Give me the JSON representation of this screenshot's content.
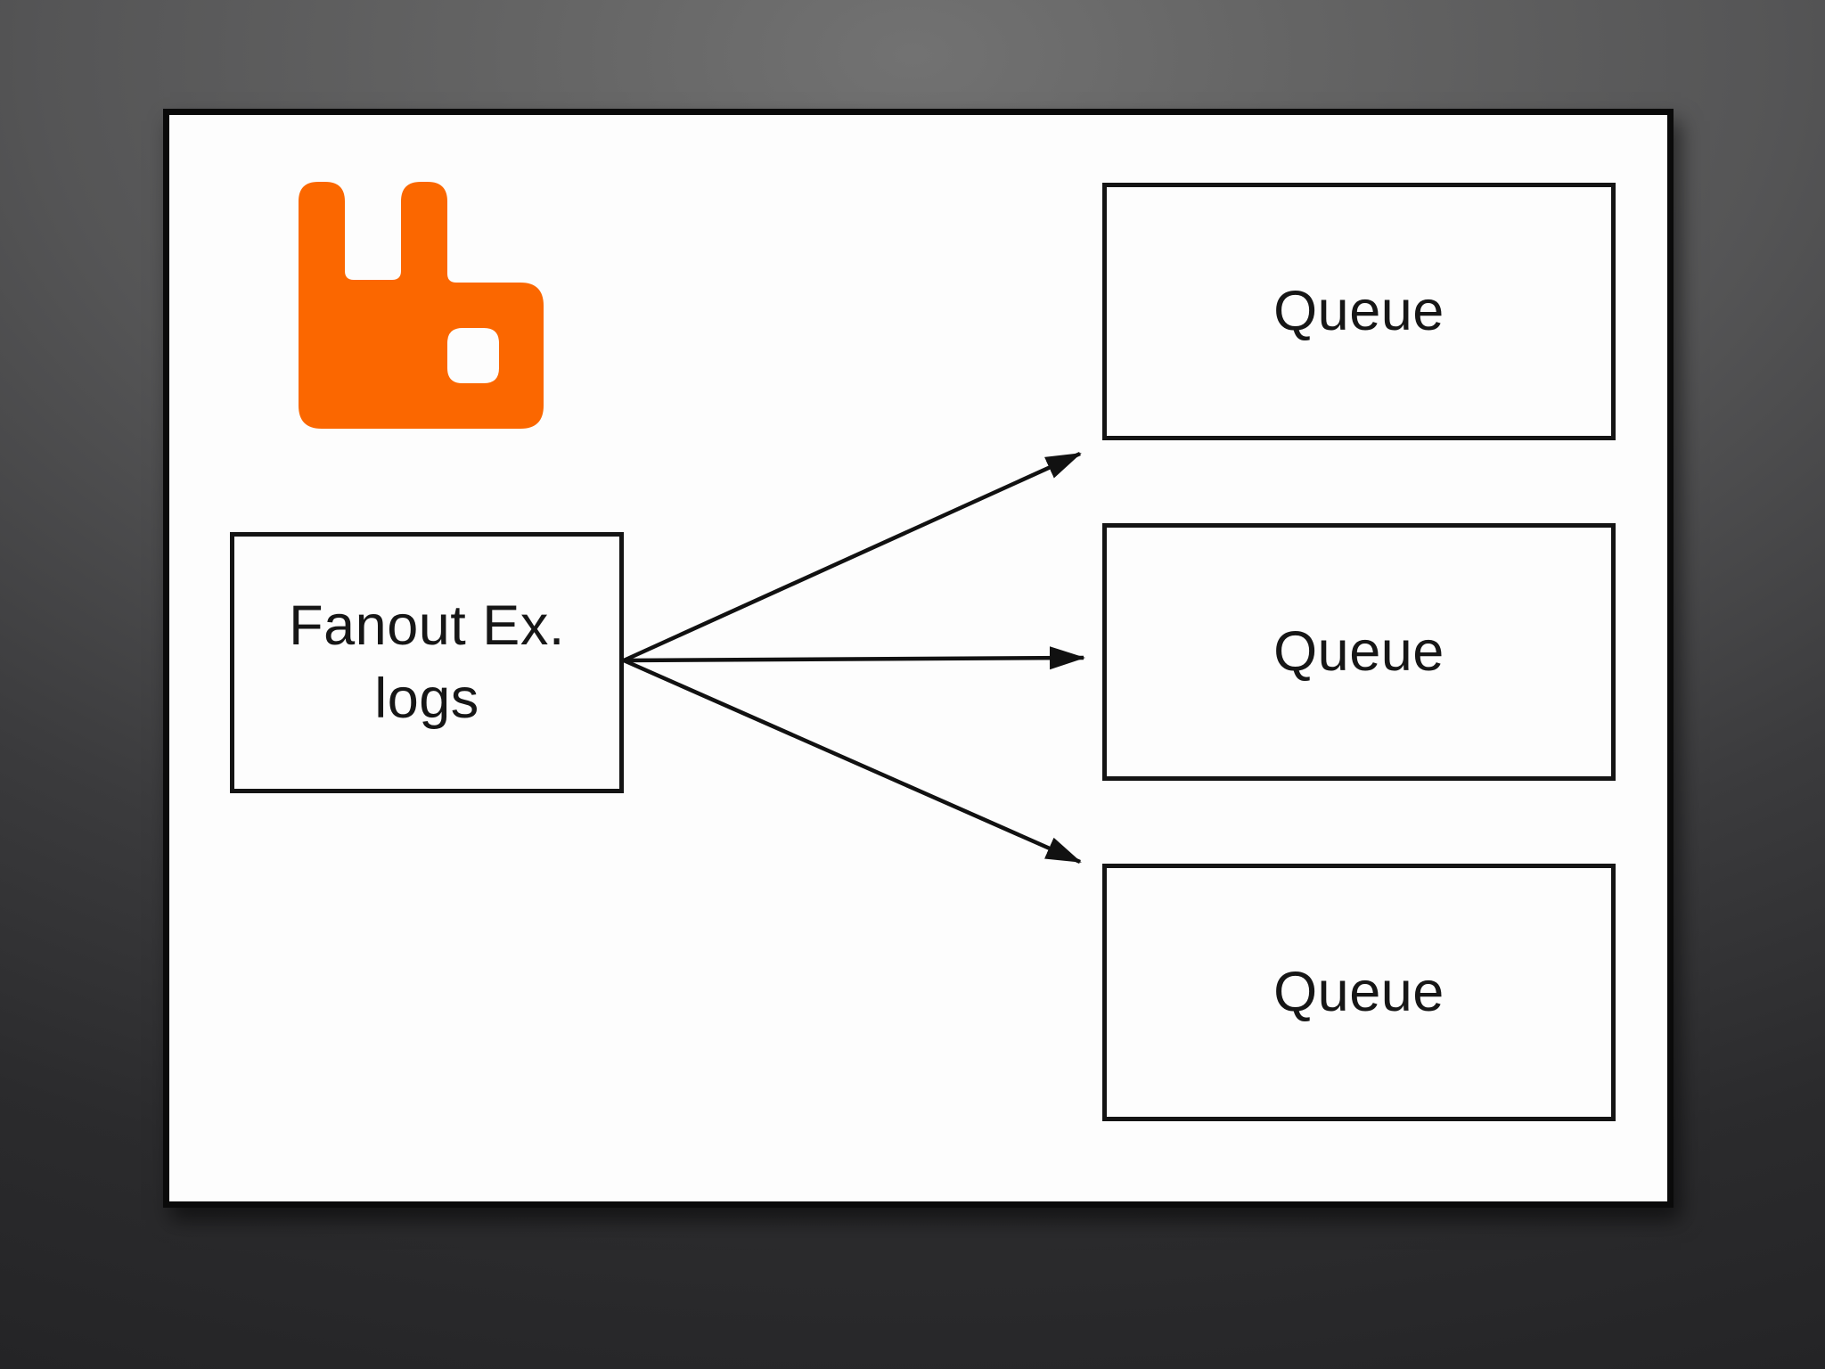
{
  "colors": {
    "accent_orange": "#FB6700",
    "slide_background": "#FDFDFD",
    "line_black": "#111111",
    "backdrop_center_gray": "#6E6E6E",
    "backdrop_edge_gray": "#262628"
  },
  "diagram": {
    "logo_icon": "rabbitmq-logo-icon",
    "exchange": {
      "label_line1": "Fanout Ex.",
      "label_line2": "logs"
    },
    "queues": [
      {
        "label": "Queue"
      },
      {
        "label": "Queue"
      },
      {
        "label": "Queue"
      }
    ],
    "arrows": [
      {
        "from": "fanout-exchange",
        "to": "queue-1"
      },
      {
        "from": "fanout-exchange",
        "to": "queue-2"
      },
      {
        "from": "fanout-exchange",
        "to": "queue-3"
      }
    ]
  }
}
